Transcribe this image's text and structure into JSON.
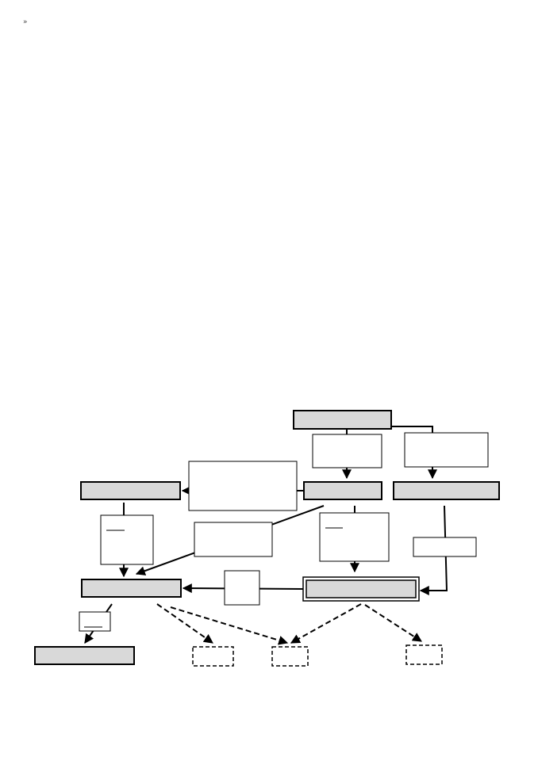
{
  "page": {
    "corner_mark": "»"
  },
  "diagram": {
    "colors": {
      "process_fill": "#d9d9d9",
      "note_fill": "#ffffff",
      "stroke": "#000000"
    },
    "nodes": [
      {
        "id": "top-process",
        "kind": "process",
        "label": ""
      },
      {
        "id": "left-process",
        "kind": "process",
        "label": ""
      },
      {
        "id": "center-process",
        "kind": "process",
        "label": ""
      },
      {
        "id": "right-process",
        "kind": "process",
        "label": ""
      },
      {
        "id": "merge-process",
        "kind": "process",
        "label": ""
      },
      {
        "id": "final-process",
        "kind": "double-process",
        "label": ""
      },
      {
        "id": "bottom-left-process",
        "kind": "process",
        "label": ""
      },
      {
        "id": "outcome-1",
        "kind": "dashed",
        "label": ""
      },
      {
        "id": "outcome-2",
        "kind": "dashed",
        "label": ""
      },
      {
        "id": "outcome-3",
        "kind": "dashed",
        "label": ""
      }
    ],
    "notes": [
      {
        "id": "note-top-center",
        "label": ""
      },
      {
        "id": "note-top-right",
        "label": ""
      },
      {
        "id": "note-wide",
        "label": ""
      },
      {
        "id": "note-left-vertical",
        "label": ""
      },
      {
        "id": "note-middle",
        "label": ""
      },
      {
        "id": "note-center-vertical",
        "label": ""
      },
      {
        "id": "note-right",
        "label": ""
      },
      {
        "id": "note-small-square",
        "label": ""
      },
      {
        "id": "note-tiny",
        "label": ""
      }
    ]
  }
}
